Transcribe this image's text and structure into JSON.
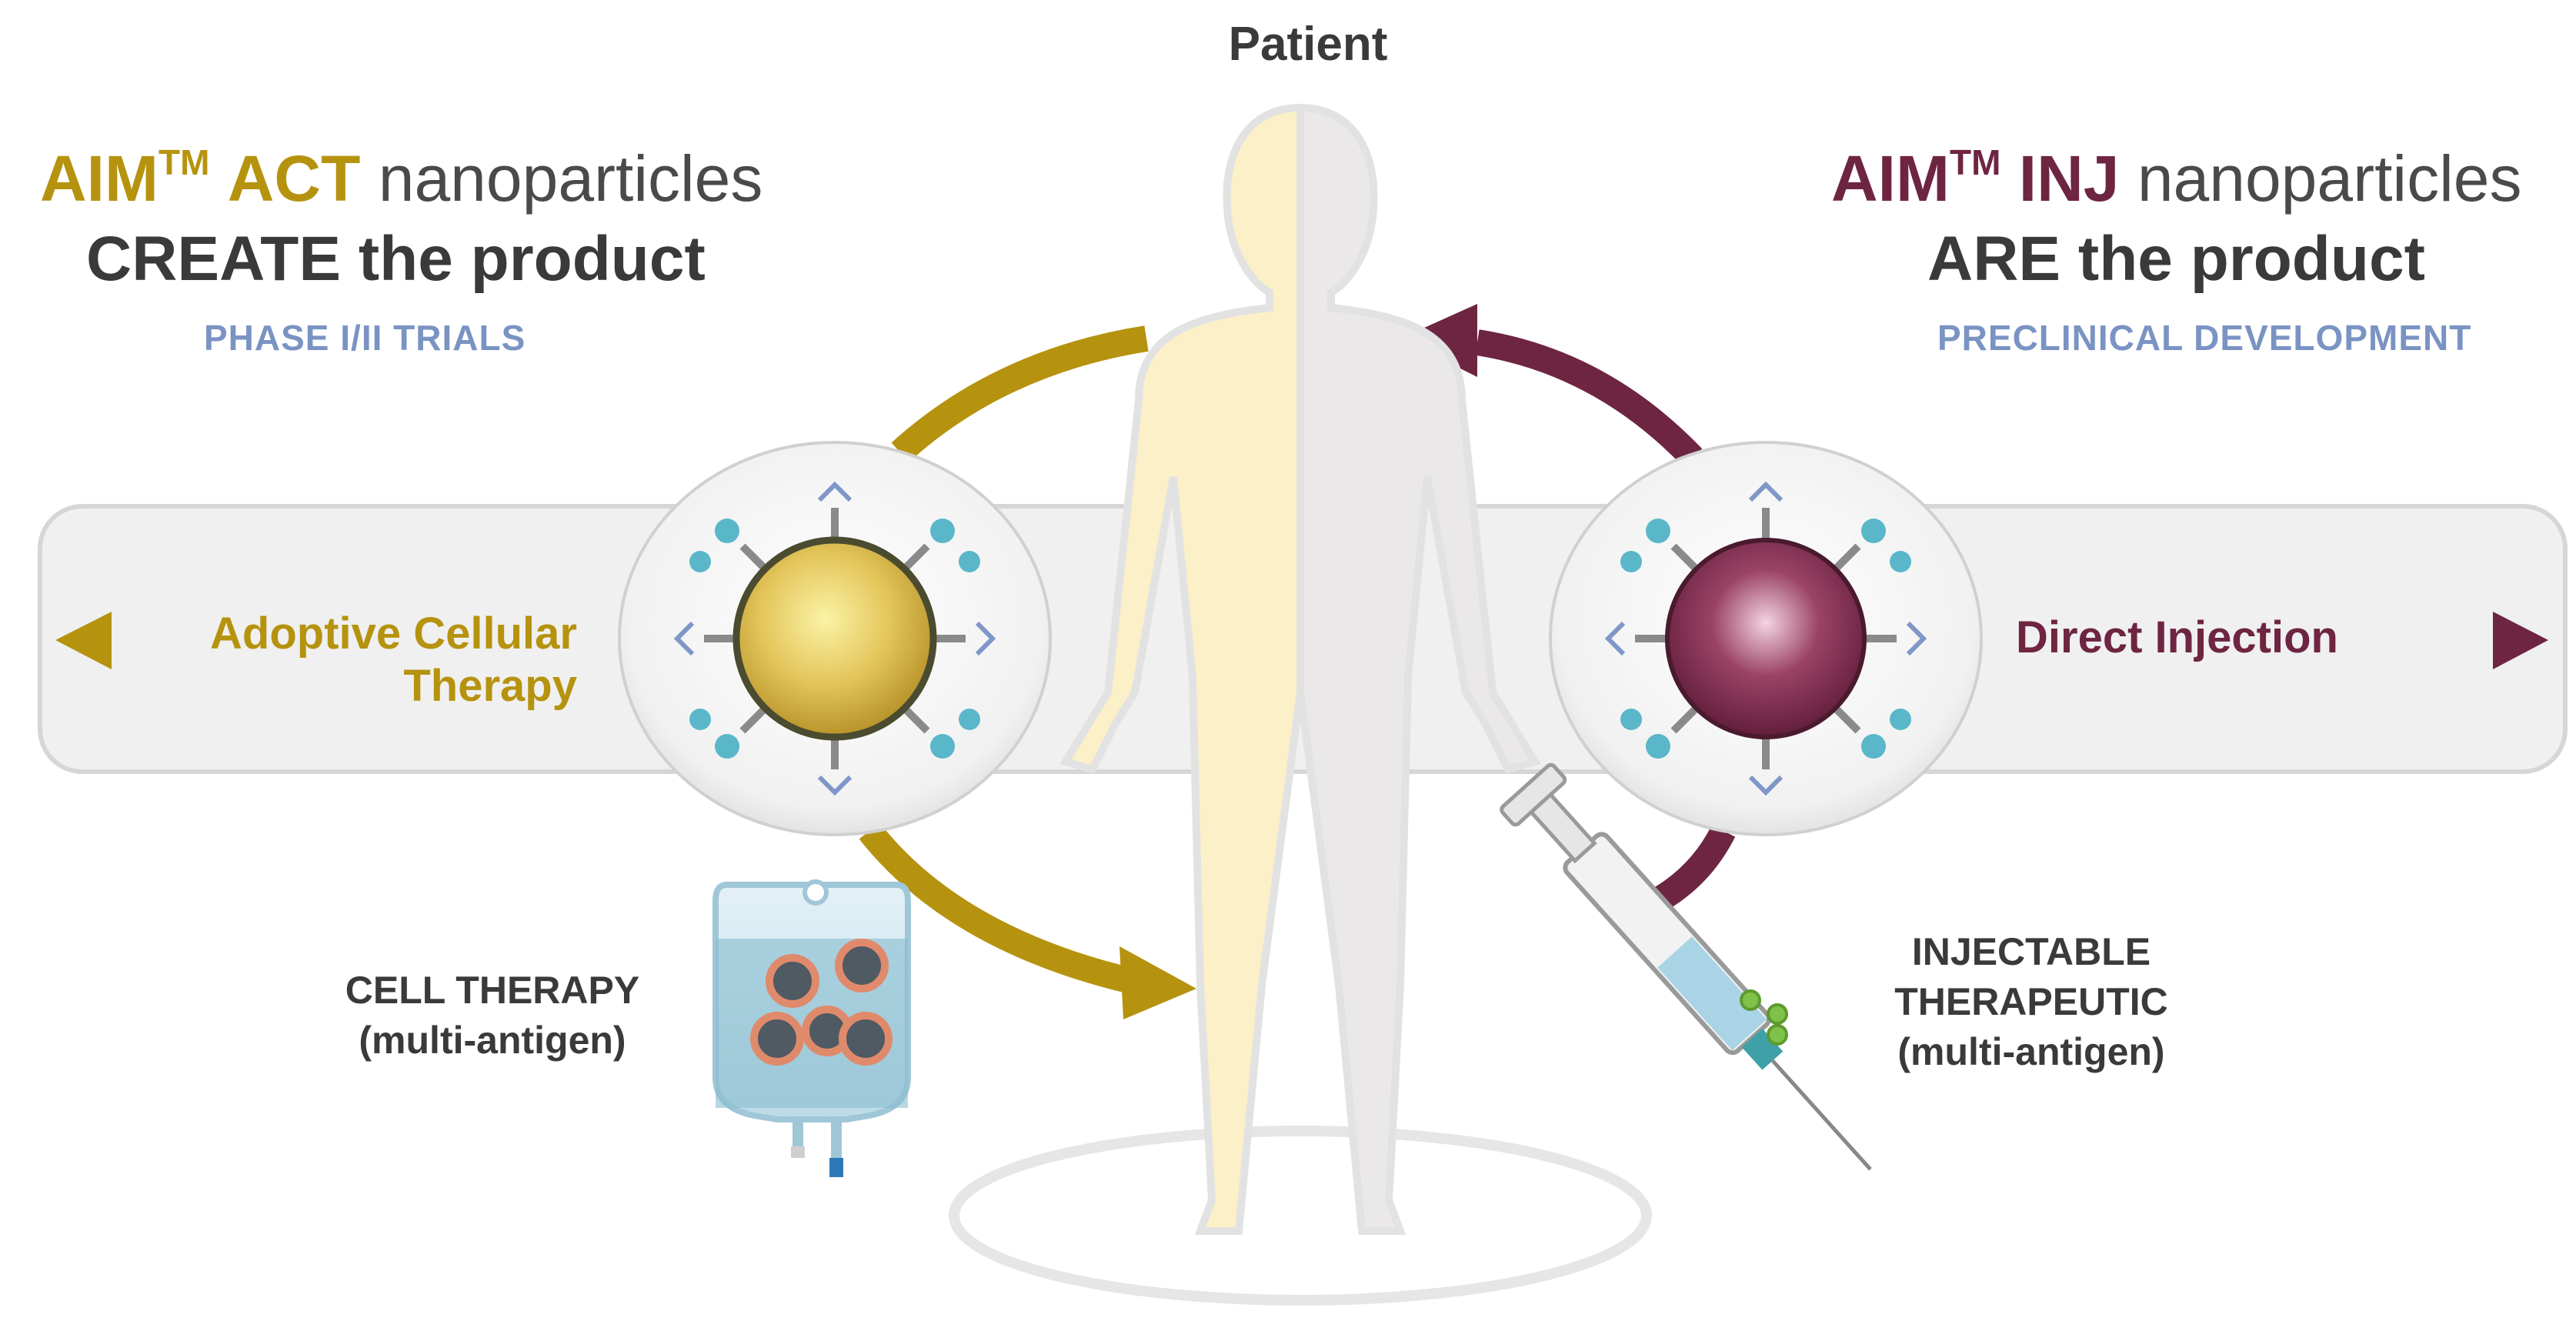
{
  "patient_label": "Patient",
  "left": {
    "brand": "AIM",
    "brand_sup": "TM",
    "brand_suffix": "ACT",
    "title_rest": "nanoparticles",
    "subtitle": "CREATE the product",
    "phase": "PHASE I/II TRIALS",
    "band_label": "Adoptive Cellular Therapy",
    "caption_line1": "CELL THERAPY",
    "caption_line2": "(multi-antigen)",
    "color": "#b6930f"
  },
  "right": {
    "brand": "AIM",
    "brand_sup": "TM",
    "brand_suffix": "INJ",
    "title_rest": "nanoparticles",
    "subtitle": "ARE the product",
    "phase": "PRECLINICAL DEVELOPMENT",
    "band_label": "Direct Injection",
    "caption_line1": "INJECTABLE",
    "caption_line2": "THERAPEUTIC",
    "caption_line3": "(multi-antigen)",
    "color": "#6e2542"
  },
  "icons": [
    "human-body-icon",
    "nanoparticle-act-icon",
    "nanoparticle-inj-icon",
    "iv-bag-icon",
    "syringe-icon",
    "arrow-left-icon",
    "arrow-right-icon"
  ]
}
